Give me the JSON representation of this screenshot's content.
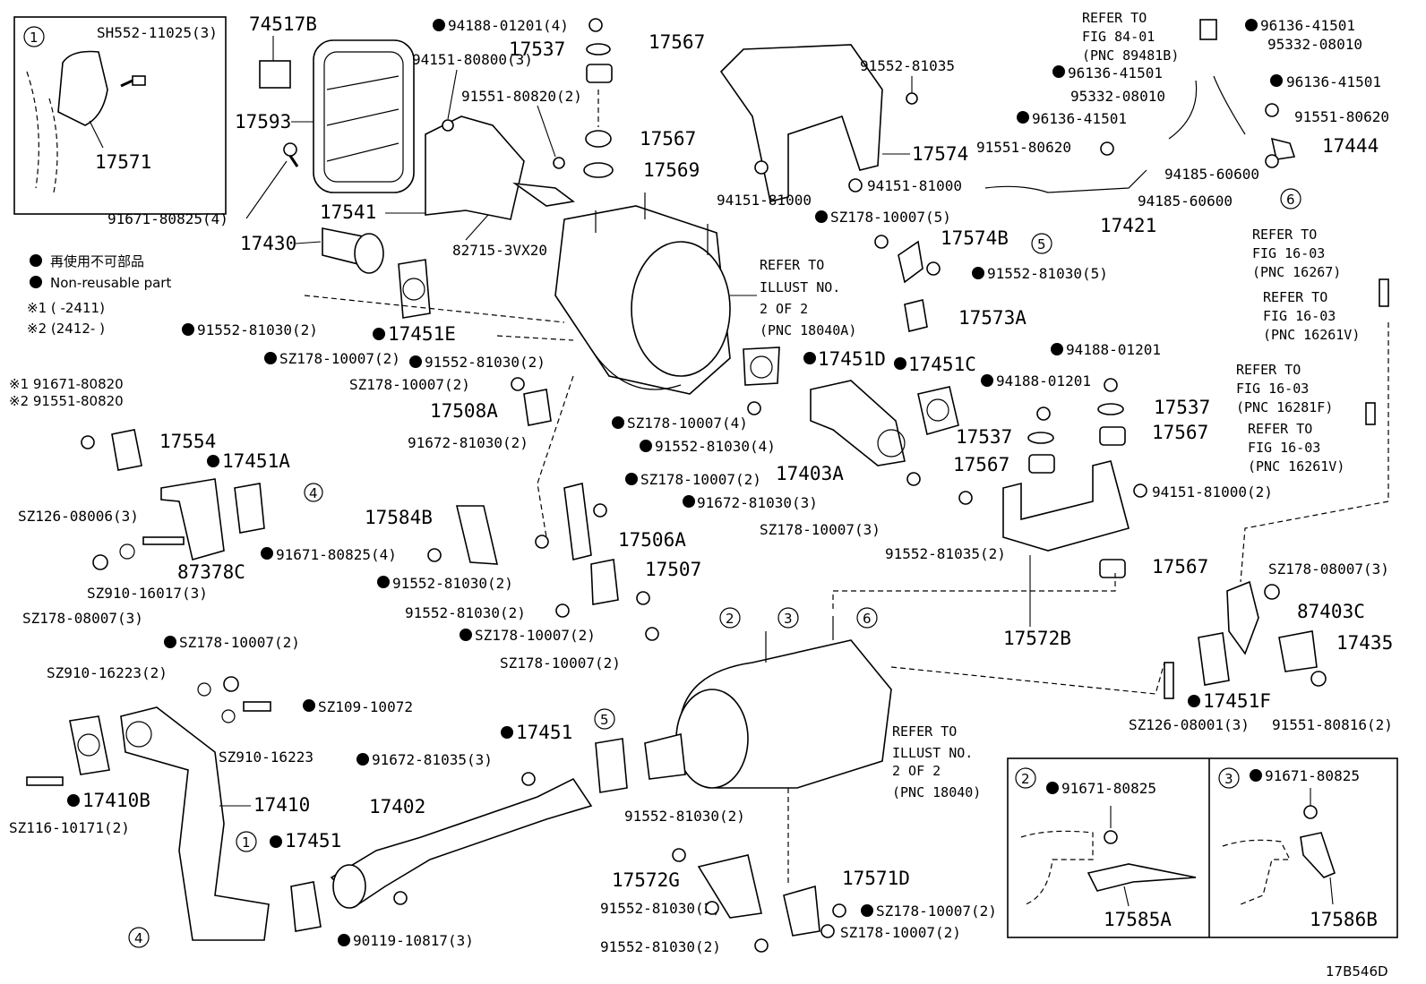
{
  "diagram_code": "17B546D",
  "legend": {
    "jp": "再使用不可部品",
    "en": "Non-reusable part",
    "note1": "※1 (      -2411)",
    "note2": "※2 (2412-      )"
  },
  "inset1": {
    "num": "1",
    "bolt": "SH552-11025(3)",
    "part": "17571"
  },
  "inset2": {
    "num": "2",
    "bolt": "91671-80825",
    "part": "17585A"
  },
  "inset3": {
    "num": "3",
    "bolt": "91671-80825",
    "part": "17586B"
  },
  "refers": {
    "r1": [
      "REFER TO",
      "ILLUST NO.",
      "2 OF 2",
      "(PNC 18040A)"
    ],
    "r2": [
      "REFER TO",
      "ILLUST NO.",
      "2 OF 2",
      "(PNC 18040)"
    ],
    "r3": [
      "REFER TO",
      "FIG 84-01",
      "(PNC 89481B)"
    ],
    "r4": [
      "REFER TO",
      "FIG 16-03",
      "(PNC 16267)"
    ],
    "r5": [
      "REFER TO",
      "FIG 16-03",
      "(PNC 16261V)"
    ],
    "r6": [
      "REFER TO",
      "FIG 16-03",
      "(PNC 16281F)"
    ],
    "r7": [
      "REFER TO",
      "FIG 16-03",
      "(PNC 16261V)"
    ]
  },
  "labels": {
    "p74517B": "74517B",
    "p17593": "17593",
    "p91671_80825_4": "91671-80825(4)",
    "p94188_01201_4": "94188-01201(4)",
    "p17537a": "17537",
    "p17567a": "17567",
    "p94151_80800_3": "94151-80800(3)",
    "p91551_80820_2": "91551-80820(2)",
    "p17567b": "17567",
    "p17569": "17569",
    "p17541": "17541",
    "p82715": "82715-3VX20",
    "p17430": "17430",
    "p91552_81030_2a": "91552-81030(2)",
    "p17451E": "17451E",
    "pSZ178_10007_2a": "SZ178-10007(2)",
    "p91552_81030_2b": "91552-81030(2)",
    "pSZ178_10007_2b": "SZ178-10007(2)",
    "p17508A": "17508A",
    "p91672_81030_2": "91672-81030(2)",
    "p91552_81035": "91552-81035",
    "p17574": "17574",
    "p94151_81000a": "94151-81000",
    "p94151_81000b": "94151-81000",
    "pSZ178_10007_5": "SZ178-10007(5)",
    "p17574B": "17574B",
    "p91552_81030_5": "91552-81030(5)",
    "p17573A": "17573A",
    "p17451D": "17451D",
    "p17451C": "17451C",
    "p94188_01201a": "94188-01201",
    "p94188_01201b": "94188-01201",
    "p17537b": "17537",
    "p17567c": "17567",
    "p17537c": "17537",
    "p17567d": "17567",
    "pSZ178_10007_4": "SZ178-10007(4)",
    "p91552_81030_4": "91552-81030(4)",
    "p17403A": "17403A",
    "p91672_81030_3": "91672-81030(3)",
    "pSZ178_10007_3": "SZ178-10007(3)",
    "p91552_81035_2": "91552-81035(2)",
    "p94151_81000_2": "94151-81000(2)",
    "p17567e": "17567",
    "p17572B": "17572B",
    "p96136_41501a": "96136-41501",
    "p95332_08010a": "95332-08010",
    "p96136_41501b": "96136-41501",
    "p95332_08010b": "95332-08010",
    "p96136_41501c": "96136-41501",
    "p96136_41501d": "96136-41501",
    "p91551_80620a": "91551-80620",
    "p91551_80620b": "91551-80620",
    "p17444": "17444",
    "p94185_60600a": "94185-60600",
    "p94185_60600b": "94185-60600",
    "p17421": "17421",
    "n1_91671_80820": "※1 91671-80820",
    "n2_91551_80820": "※2 91551-80820",
    "p17554": "17554",
    "p17451A": "17451A",
    "pSZ126_08006_3": "SZ126-08006(3)",
    "p87378C": "87378C",
    "pSZ910_16017_3": "SZ910-16017(3)",
    "pSZ178_08007_3a": "SZ178-08007(3)",
    "p17584B": "17584B",
    "p91671_80825_4b": "91671-80825(4)",
    "p91552_81030_2c": "91552-81030(2)",
    "pSZ178_10007_2c": "SZ178-10007(2)",
    "p17506A": "17506A",
    "p17507": "17507",
    "p91552_81030_2d": "91552-81030(2)",
    "pSZ178_10007_2d": "SZ178-10007(2)",
    "pSZ178_10007_2e": "SZ178-10007(2)",
    "pSZ178_10007_2f": "SZ178-10007(2)",
    "pSZ910_16223_2": "SZ910-16223(2)",
    "pSZ109_10072": "SZ109-10072",
    "pSZ910_16223": "SZ910-16223",
    "p17410B": "17410B",
    "p17410": "17410",
    "pSZ116_10171_2": "SZ116-10171(2)",
    "p17451a": "17451",
    "p17451b": "17451",
    "p91672_81035_3": "91672-81035(3)",
    "p17402": "17402",
    "p90119_10817_3": "90119-10817(3)",
    "p91552_81030_2e": "91552-81030(2)",
    "p17572G": "17572G",
    "p91552_81030_2f": "91552-81030(2)",
    "p91552_81030_2g": "91552-81030(2)",
    "p17571D": "17571D",
    "pSZ178_10007_2g": "SZ178-10007(2)",
    "pSZ178_10007_2h": "SZ178-10007(2)",
    "pSZ178_08007_3b": "SZ178-08007(3)",
    "p87403C": "87403C",
    "p17435": "17435",
    "p17451F": "17451F",
    "pSZ126_08001_3": "SZ126-08001(3)",
    "p91551_80816_2": "91551-80816(2)"
  },
  "callouts": [
    "1",
    "2",
    "3",
    "4",
    "5",
    "6"
  ]
}
